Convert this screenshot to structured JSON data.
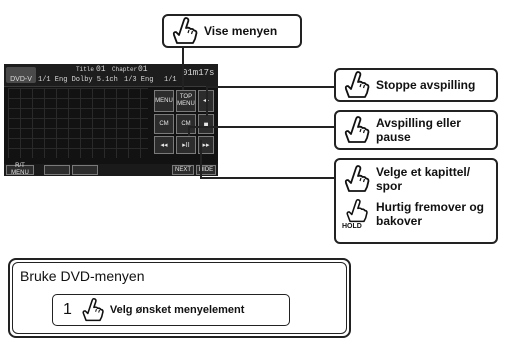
{
  "callouts": {
    "show_menu": "Vise menyen",
    "stop_playback": "Stoppe avspilling",
    "play_pause": "Avspilling eller pause",
    "select_chapter": "Velge et kapittel/ spor",
    "fast_forward": "Hurtig fremover og bakover",
    "hold_label": "HOLD"
  },
  "screen": {
    "logo": "DVD-V",
    "title_label": "Title",
    "title_value": "01",
    "chapter_label": "Chapter",
    "chapter_value": "01",
    "time": "01m17s",
    "audio_info": "1/1 Eng Dolby 5.1ch",
    "subtitle_info": "1/3 Eng",
    "angle_info": "1/1",
    "buttons": {
      "menu": "MENU",
      "top_menu": "TOP MENU",
      "arrows": "◂▸",
      "cm_back": "CM",
      "cm_fwd": "CM",
      "stop": "■",
      "prev": "◂◂",
      "play_pause": "▸II",
      "next": "▸▸",
      "rtn_menu": "R/T MENU",
      "next_page": "NEXT",
      "hide": "HIDE"
    }
  },
  "dvd_menu": {
    "title": "Bruke DVD-menyen",
    "step_number": "1",
    "step_text": "Velg ønsket menyelement"
  }
}
